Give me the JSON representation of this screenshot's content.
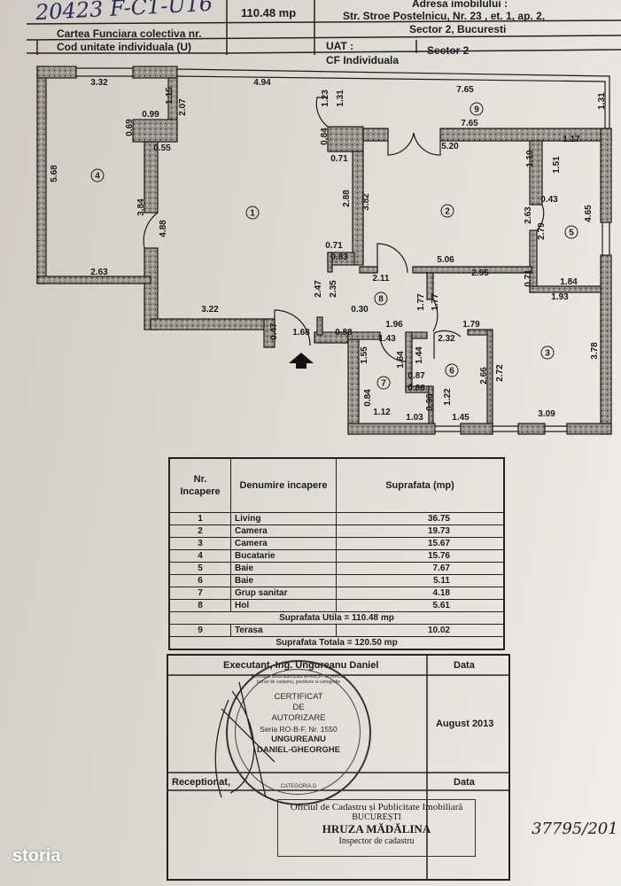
{
  "header": {
    "handwritten_id": "20423 F-C1-U16",
    "area": "110.48 mp",
    "address_label": "Adresa imobilului :",
    "address_line1": "Str. Stroe Postelnicu, Nr. 23 , et. 1, ap. 2,",
    "address_line2": "Sector 2, Bucuresti",
    "cf_colectiva_label": "Cartea Funciara colectiva nr.",
    "cod_unitate_label": "Cod unitate individuala (U)",
    "uat_label": "UAT :",
    "uat_value": "Sector 2",
    "cf_individuala_label": "CF Individuala"
  },
  "plan": {
    "room_numbers": [
      "1",
      "2",
      "3",
      "4",
      "5",
      "6",
      "7",
      "8",
      "9"
    ],
    "dimensions": [
      "3.32",
      "1.15",
      "2.07",
      "0.99",
      "0.69",
      "0.55",
      "5.68",
      "3.84",
      "4.88",
      "2.63",
      "3.22",
      "0.47",
      "1.68",
      "0.88",
      "4.94",
      "1.23",
      "1.31",
      "0.84",
      "0.71",
      "2.88",
      "3.82",
      "0.71",
      "0.83",
      "2.47",
      "2.35",
      "7.65",
      "1.31",
      "7.65",
      "5.20",
      "1.19",
      "1.51",
      "1.17",
      "0.43",
      "2.63",
      "2.79",
      "4.65",
      "5.06",
      "2.95",
      "2.11",
      "0.71",
      "1.84",
      "1.93",
      "1.77",
      "1.77",
      "0.30",
      "1.96",
      "1.79",
      "1.43",
      "2.32",
      "3.78",
      "1.55",
      "1.64",
      "1.44",
      "0.87",
      "2.66",
      "2.72",
      "0.86",
      "0.98",
      "1.22",
      "0.84",
      "1.12",
      "1.03",
      "1.45",
      "3.09"
    ],
    "entrance_icon": "arrow-up-icon"
  },
  "table": {
    "col_nr": "Nr. Incapere",
    "col_name": "Denumire incapere",
    "col_area": "Suprafata (mp)",
    "rows": [
      {
        "nr": "1",
        "name": "Living",
        "area": "36.75"
      },
      {
        "nr": "2",
        "name": "Camera",
        "area": "19.73"
      },
      {
        "nr": "3",
        "name": "Camera",
        "area": "15.67"
      },
      {
        "nr": "4",
        "name": "Bucatarie",
        "area": "15.76"
      },
      {
        "nr": "5",
        "name": "Baie",
        "area": "7.67"
      },
      {
        "nr": "6",
        "name": "Baie",
        "area": "5.11"
      },
      {
        "nr": "7",
        "name": "Grup sanitar",
        "area": "4.18"
      },
      {
        "nr": "8",
        "name": "Hol",
        "area": "5.61"
      }
    ],
    "utila": "Suprafata Utila = 110.48 mp",
    "terasa": {
      "nr": "9",
      "name": "Terasa",
      "area": "10.02"
    },
    "totala": "Suprafata Totala = 120.50 mp"
  },
  "signatures": {
    "executant": "Executant, Ing. Ungureanu Daniel",
    "data_label": "Data",
    "date": "August 2013",
    "receptionat": "Receptionat,",
    "data_label2": "Data"
  },
  "stamp": {
    "ring_text": "Persoana fizica autorizata de ANCPI sa execute lucrari de cadastru, geodezie si cartografie",
    "line1": "CERTIFICAT",
    "line2": "DE",
    "line3": "AUTORIZARE",
    "line4": "Seria RO-B-F, Nr. 1550",
    "line5": "UNGUREANU",
    "line6": "DANIEL-GHEORGHE",
    "category": "CATEGORIA D"
  },
  "office_stamp": {
    "line1": "Oficiul de Cadastru și Publicitate Imobiliară",
    "line2": "BUCUREȘTI",
    "name": "HRUZA MĂDĂLINA",
    "role": "Inspector de cadastru"
  },
  "handwritten_number": "37795/201",
  "watermark": "storia",
  "colors": {
    "paper": "#dcd9d3",
    "ink": "#1c1c1c",
    "wall": "#8d8983"
  }
}
